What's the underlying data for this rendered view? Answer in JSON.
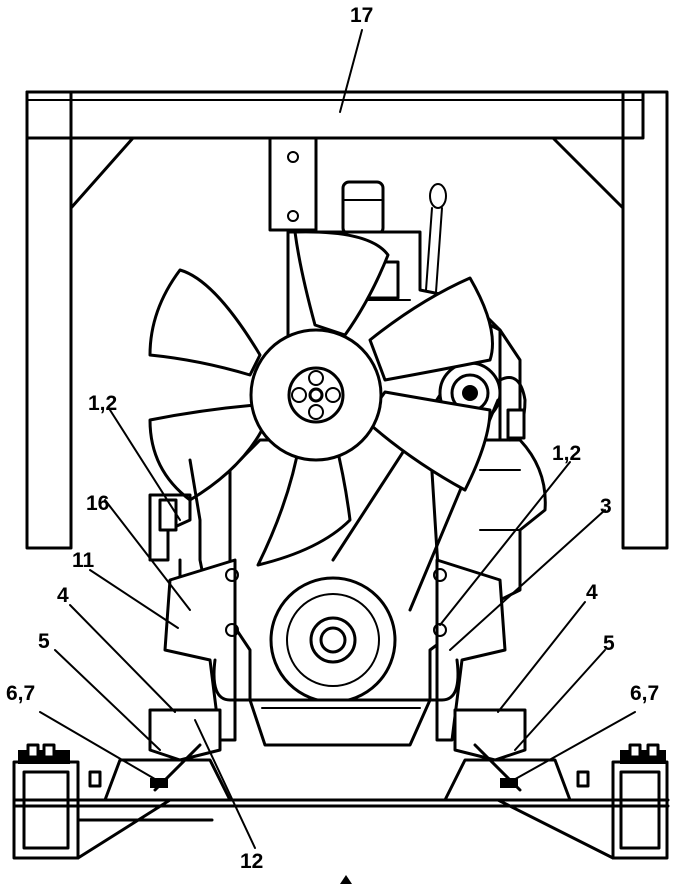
{
  "callouts": {
    "c17": "17",
    "c12_left": "1,2",
    "c12_right": "1,2",
    "c16": "16",
    "c11": "11",
    "c3": "3",
    "c4_left": "4",
    "c4_right": "4",
    "c5_left": "5",
    "c5_right": "5",
    "c67_left": "6,7",
    "c67_right": "6,7",
    "c12": "12"
  },
  "icons": {
    "front_arrow": "arrow-up-icon"
  }
}
